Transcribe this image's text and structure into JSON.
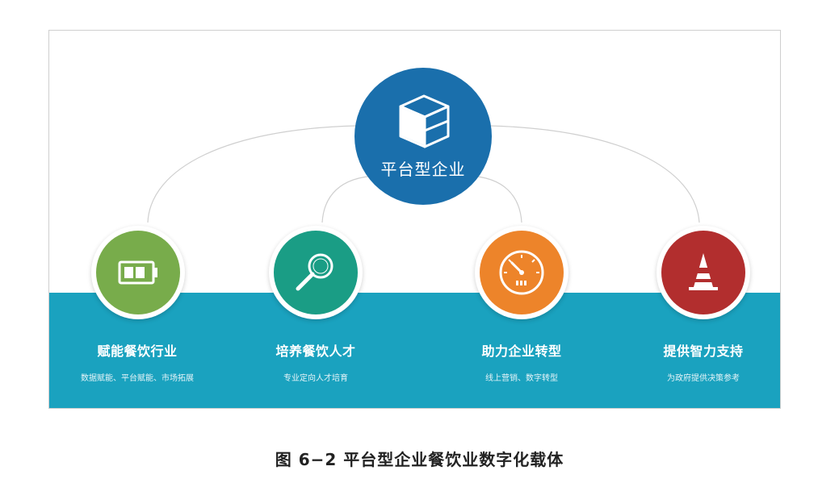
{
  "center": {
    "label": "平台型企业",
    "color": "#1a6fac",
    "icon": "cube-icon"
  },
  "nodes": [
    {
      "title": "赋能餐饮行业",
      "subtitle": "数据赋能、平台赋能、市场拓展",
      "color": "#78ac4b",
      "icon": "battery-icon"
    },
    {
      "title": "培养餐饮人才",
      "subtitle": "专业定向人才培育",
      "color": "#1a9d85",
      "icon": "magnifier-icon"
    },
    {
      "title": "助力企业转型",
      "subtitle": "线上营销、数字转型",
      "color": "#ed842a",
      "icon": "gauge-icon"
    },
    {
      "title": "提供智力支持",
      "subtitle": "为政府提供决策参考",
      "color": "#b22e2e",
      "icon": "traffic-cone-icon"
    }
  ],
  "caption": "图 6−2 平台型企业餐饮业数字化载体",
  "band_color": "#1aa2bf"
}
